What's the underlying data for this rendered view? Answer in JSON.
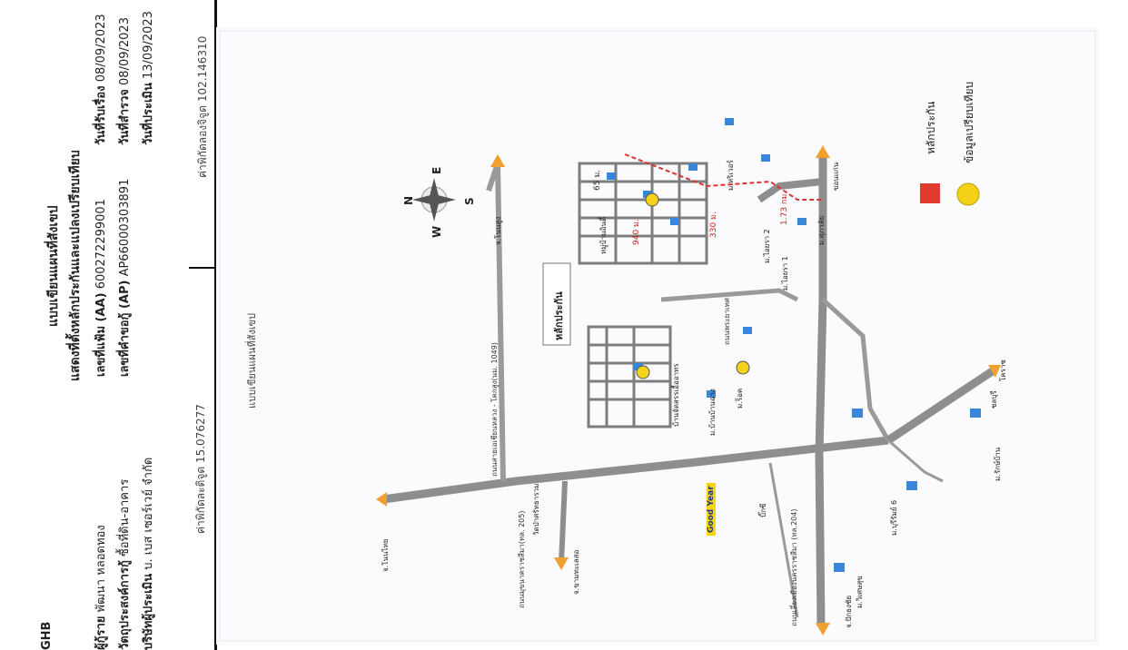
{
  "header": {
    "brand": "GHB",
    "title_line1": "แบบเขียนแผนที่สังเขป",
    "title_line2": "แสดงที่ตั้งหลักประกันและแปลงเปรียบเทียบ"
  },
  "info": {
    "borrower_label": "ผู้กู้ราย",
    "borrower_value": "พัฒนา หลอดทอง",
    "purpose_label": "วัตถุประสงค์การกู้",
    "purpose_value": "ซื้อที่ดิน-อาคาร",
    "appraiser_label": "บริษัทผู้ประเมิน",
    "appraiser_value": "บ. เบส เซอร์เวย์ จำกัด",
    "aa_label": "เลขที่แฟ้ม (AA)",
    "aa_value": "600272299001",
    "ap_label": "เลขที่คำขอกู้ (AP)",
    "ap_value": "AP66000303891",
    "received_label": "วันที่รับเรื่อง",
    "received_value": "08/09/2023",
    "survey_label": "วันที่สำรวจ",
    "survey_value": "08/09/2023",
    "appraised_label": "วันที่ประเมิน",
    "appraised_value": "13/09/2023"
  },
  "coordinates": {
    "lat_text": "ค่าพิกัดละติจูด 15.076277",
    "lon_text": "ค่าพิกัดลองจิจูด 102.146310"
  },
  "map": {
    "map_title": "แบบเขียนแผนที่สังเขป",
    "compass": {
      "n": "N",
      "s": "S",
      "e": "E",
      "w": "W"
    },
    "legend": [
      {
        "label": "หลักประกัน",
        "color": "#e03a30"
      },
      {
        "label": "ข้อมูลเปรียบเทียบ",
        "color": "#f4d21a"
      }
    ],
    "collateral_label": "หลักประกัน",
    "distances": [
      "940 ม.",
      "330 ม.",
      "1.73 กม.",
      "65 ม."
    ],
    "road_labels": [
      "ถนนสายเอเชียนหลวง - โคกสูง(นม. 1049)",
      "ถนนมุขนาคราชสีมา(ทล. 205)",
      "ถนนเลี่ยงเมืองนครราชสีมา (ทล.204)",
      "ถนนพระยาเทศ"
    ],
    "destination_labels": [
      "จ.โนนไทย",
      "จ.ขามทะเลสอ",
      "จ.ปักธงชัย",
      "จ.โนนสูง",
      "ขอนแก่น",
      "ชลบุรี",
      "โคราช"
    ],
    "place_labels": [
      "ม.ไอยรา 1",
      "ม.ไอยรา 2",
      "ม.ศุภาลัย",
      "ม.หริเวอร์",
      "หมู่บ้านอินดี้",
      "บ้านจัดสรรเอื้ออาทร",
      "ม.บ้านบ้านฉาง",
      "ม.ร็อค",
      "Good Year",
      "บิ๊กซี",
      "ม.บุรีรัมย์ 6",
      "ม.วิเศษสุข",
      "วัดป่าศรัทธารวม",
      "ม.รักษ์บ้าน"
    ]
  }
}
